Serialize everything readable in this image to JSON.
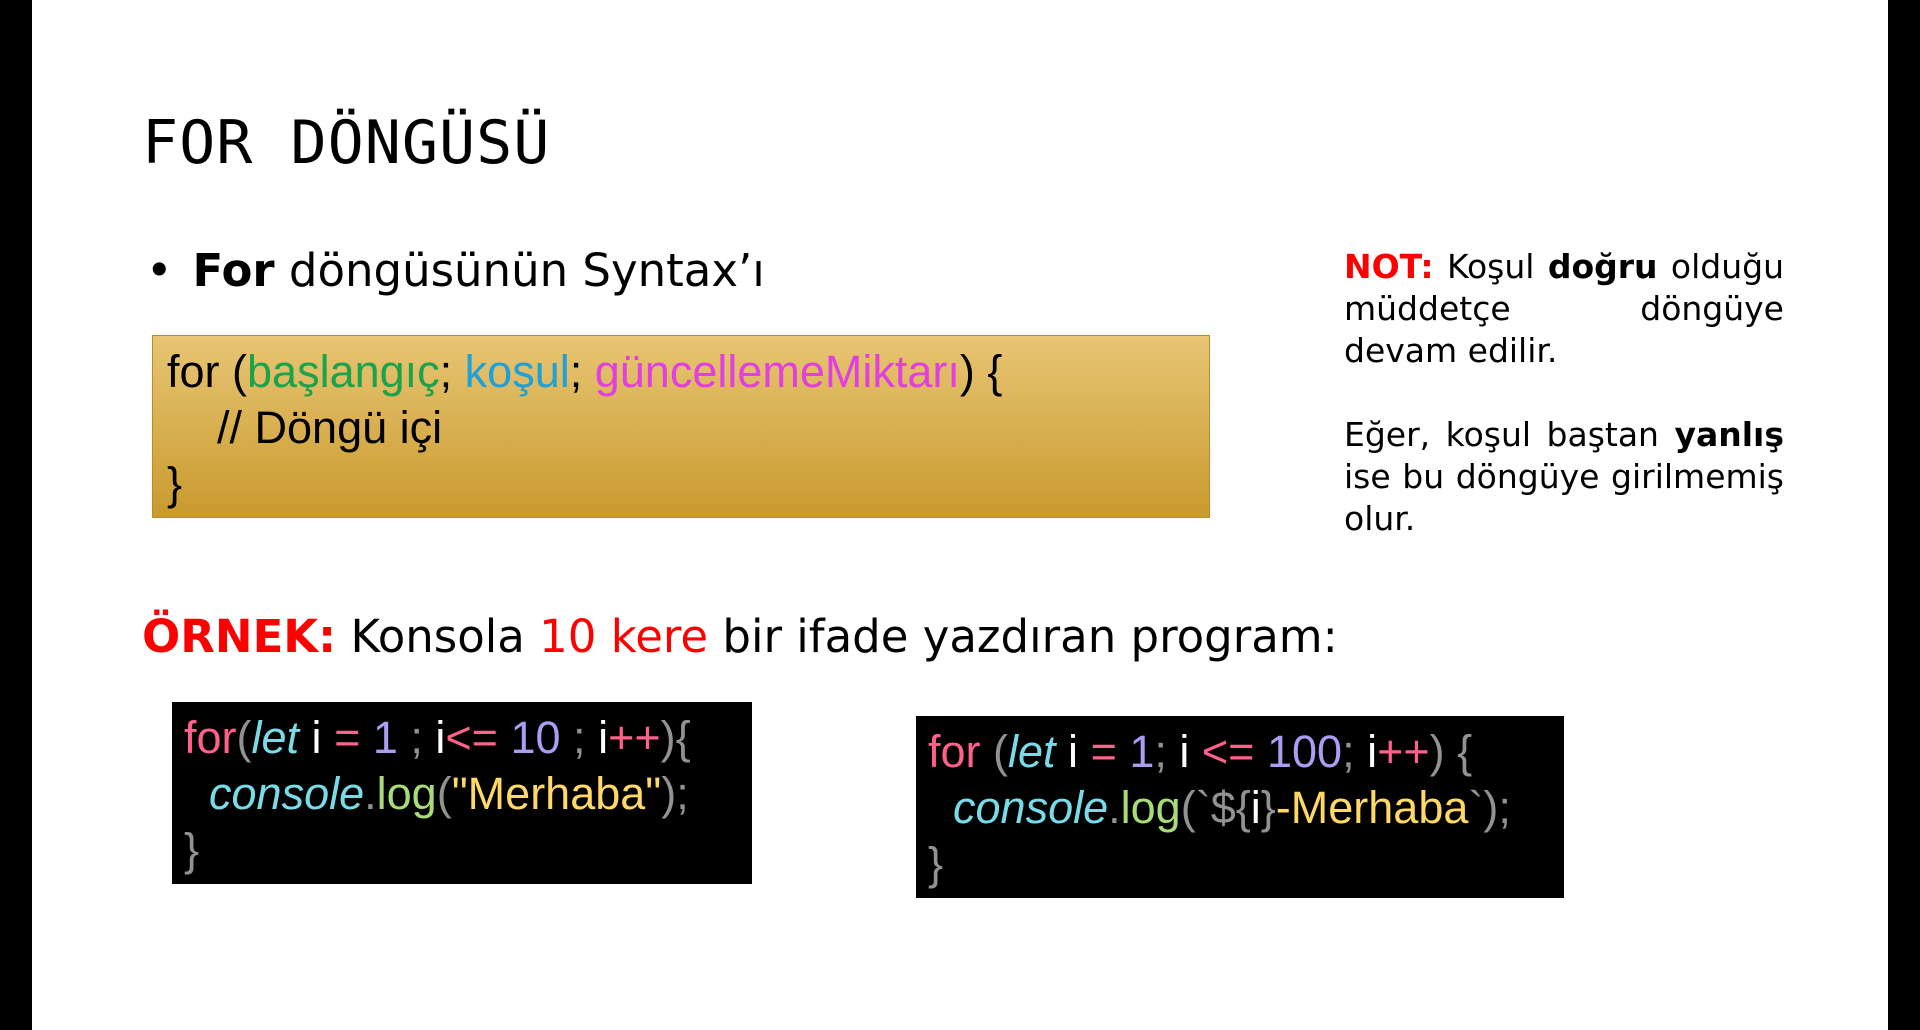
{
  "slide": {
    "title": "FOR DÖNGÜSÜ",
    "bullet": {
      "bold": "For",
      "text": " döngüsünün Syntax’ı"
    },
    "syntax_box": {
      "line1": {
        "kw": "for (",
        "init": "başlangıç",
        "sep1": "; ",
        "cond": "koşul",
        "sep2": "; ",
        "update": "güncellemeMiktarı",
        "end": ") {"
      },
      "line2": "    // Döngü içi",
      "line3": "}"
    },
    "note": {
      "label": "NOT:",
      "p1_pre": " Koşul ",
      "p1_bold": "doğru",
      "p1_post": " olduğu müddetçe döngüye devam edilir.",
      "p2_pre": "Eğer, koşul baştan ",
      "p2_bold": "yanlış",
      "p2_post": " ise bu döngüye girilmemiş olur."
    },
    "example": {
      "label": "ÖRNEK:",
      "pre": " Konsola ",
      "highlight": "10 kere",
      "post": " bir  ifade yazdıran program:"
    },
    "code1": {
      "l1": [
        "for",
        "(",
        "let",
        " i ",
        "=",
        " ",
        "1",
        " ; ",
        "i",
        "<=",
        " ",
        "10",
        " ; ",
        "i",
        "++",
        "){"
      ],
      "l2": [
        "  ",
        "console",
        ".",
        "log",
        "(",
        "\"Merhaba\"",
        ");"
      ],
      "l3": "}"
    },
    "code2": {
      "l1": [
        "for",
        " (",
        "let",
        " i ",
        "=",
        " ",
        "1",
        "; ",
        "i ",
        "<=",
        " ",
        "100",
        "; ",
        "i",
        "++",
        ") {"
      ],
      "l2": [
        "  ",
        "console",
        ".",
        "log",
        "(`",
        "${",
        "i",
        "}",
        "-Merhaba",
        "`);"
      ],
      "l3": "}"
    },
    "colors": {
      "note_label": "#ff0000",
      "syntax_init": "#1aa34a",
      "syntax_cond": "#1ea0d8",
      "syntax_update": "#e040e0",
      "syntax_bg_top": "#e8c574",
      "syntax_bg_bottom": "#c99a2e"
    }
  }
}
